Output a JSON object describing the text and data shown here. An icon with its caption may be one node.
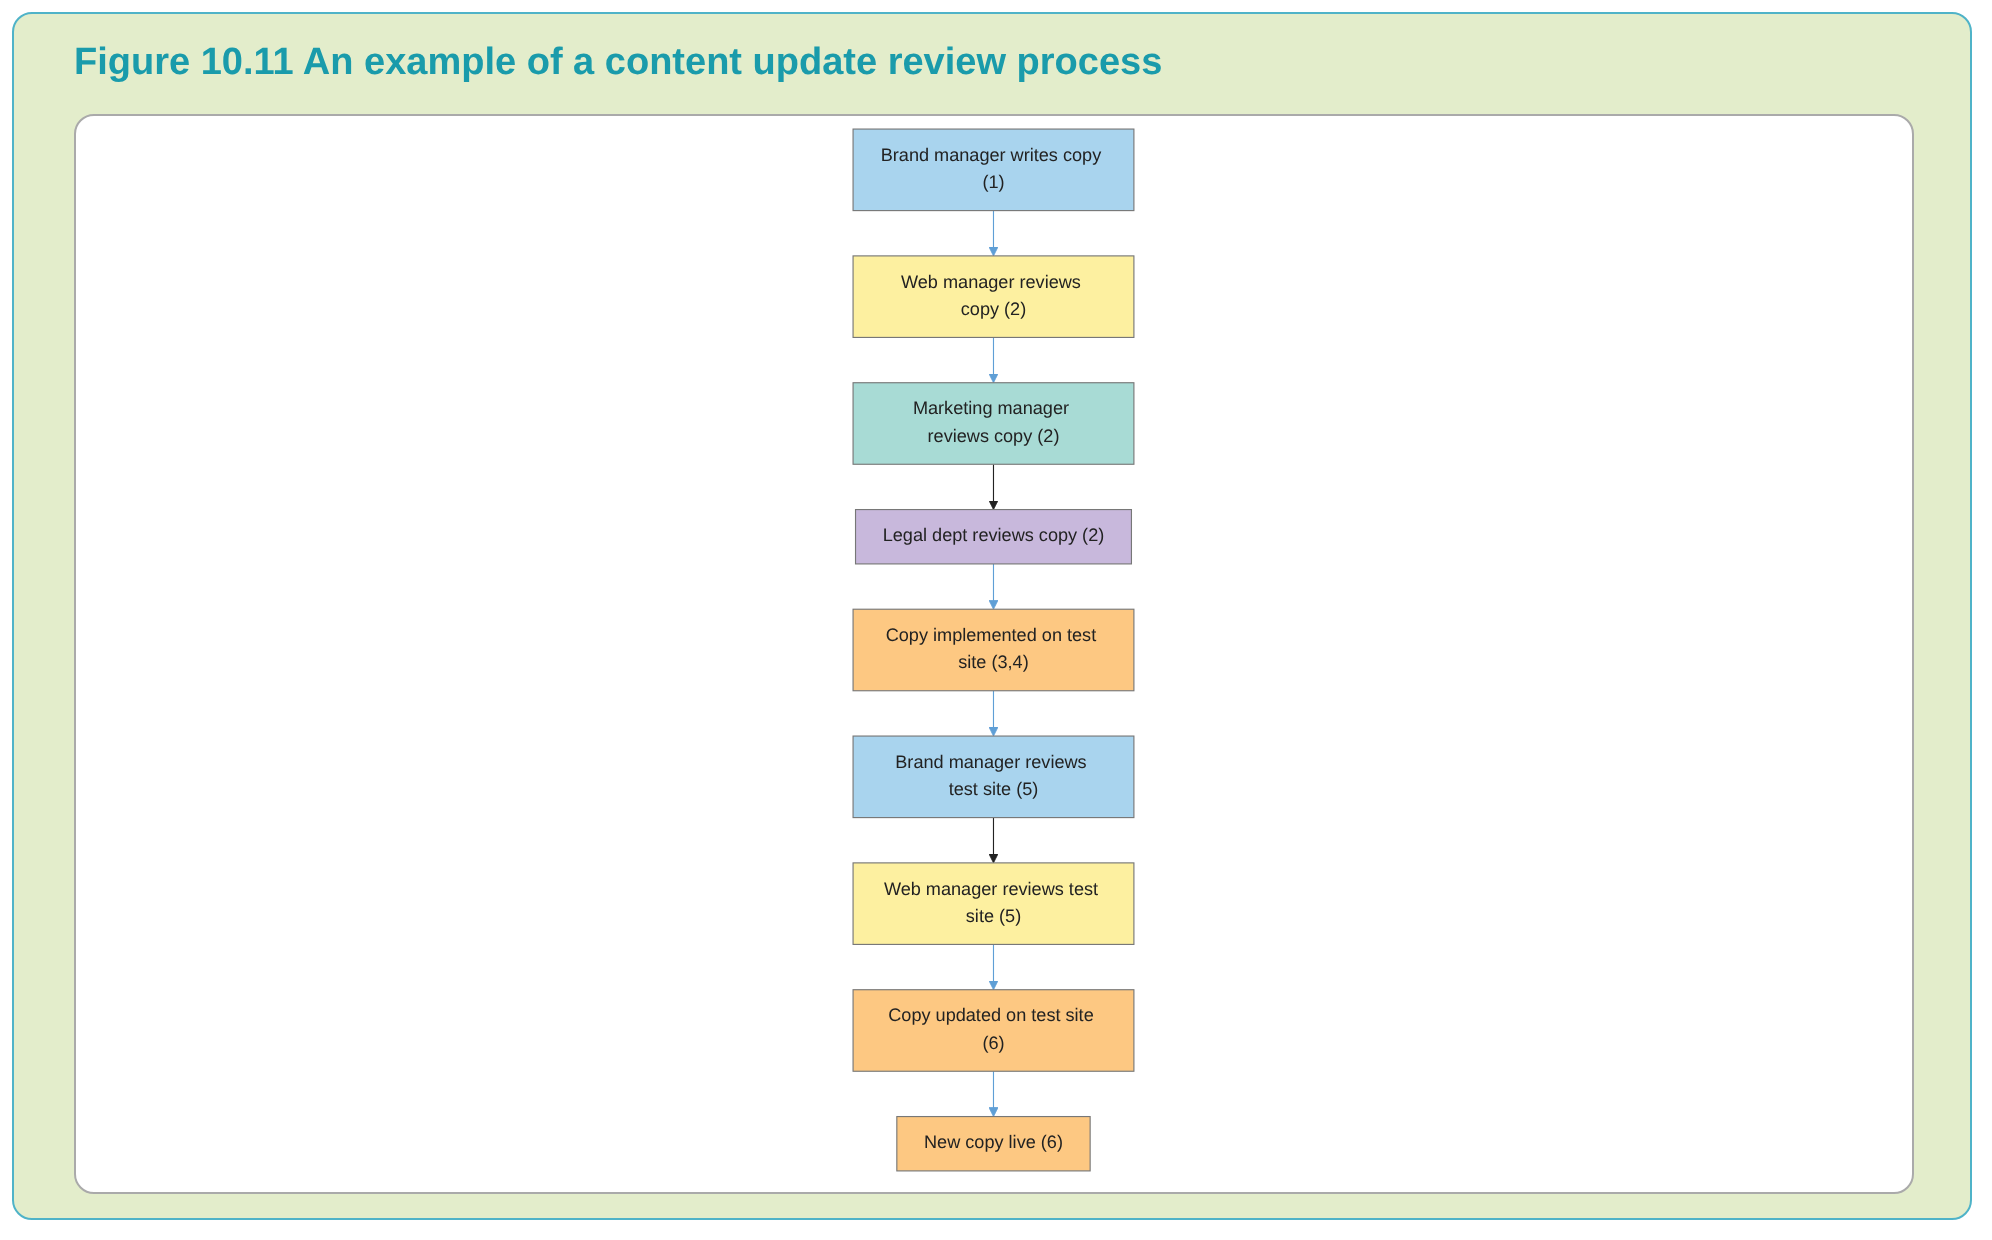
{
  "diagram": {
    "title": "Figure 10.11 An example of a content update review process",
    "nodes": [
      {
        "text": [
          "Brand manager writes copy (1)"
        ]
      },
      {
        "text": [
          "Web manager reviews copy (2)"
        ]
      },
      {
        "text": [
          "Marketing manager reviews copy (2)"
        ]
      },
      {
        "text": [
          "Legal dept reviews copy (2)"
        ]
      },
      {
        "text": [
          "Copy implemented on test site (3,4)"
        ]
      },
      {
        "text": [
          "Brand manager reviews test site (5)"
        ]
      },
      {
        "text": [
          "Web manager reviews test site (5)"
        ]
      },
      {
        "text": [
          "Copy updated on test site (6)"
        ]
      },
      {
        "text": [
          "New copy live (6)"
        ]
      }
    ],
    "edges": [
      {
        "from": 0,
        "to": 1,
        "arrow": "to"
      },
      {
        "from": 1,
        "to": 2,
        "arrow": "to"
      },
      {
        "from": 2,
        "to": 3,
        "arrow": "to",
        "color": "#222222"
      },
      {
        "from": 3,
        "to": 4,
        "arrow": "to"
      },
      {
        "from": 4,
        "to": 5,
        "arrow": "to"
      },
      {
        "from": 5,
        "to": 6,
        "arrow": "to",
        "color": "#222222"
      },
      {
        "from": 6,
        "to": 7,
        "arrow": "to"
      },
      {
        "from": 7,
        "to": 8,
        "arrow": "to"
      }
    ]
  }
}
